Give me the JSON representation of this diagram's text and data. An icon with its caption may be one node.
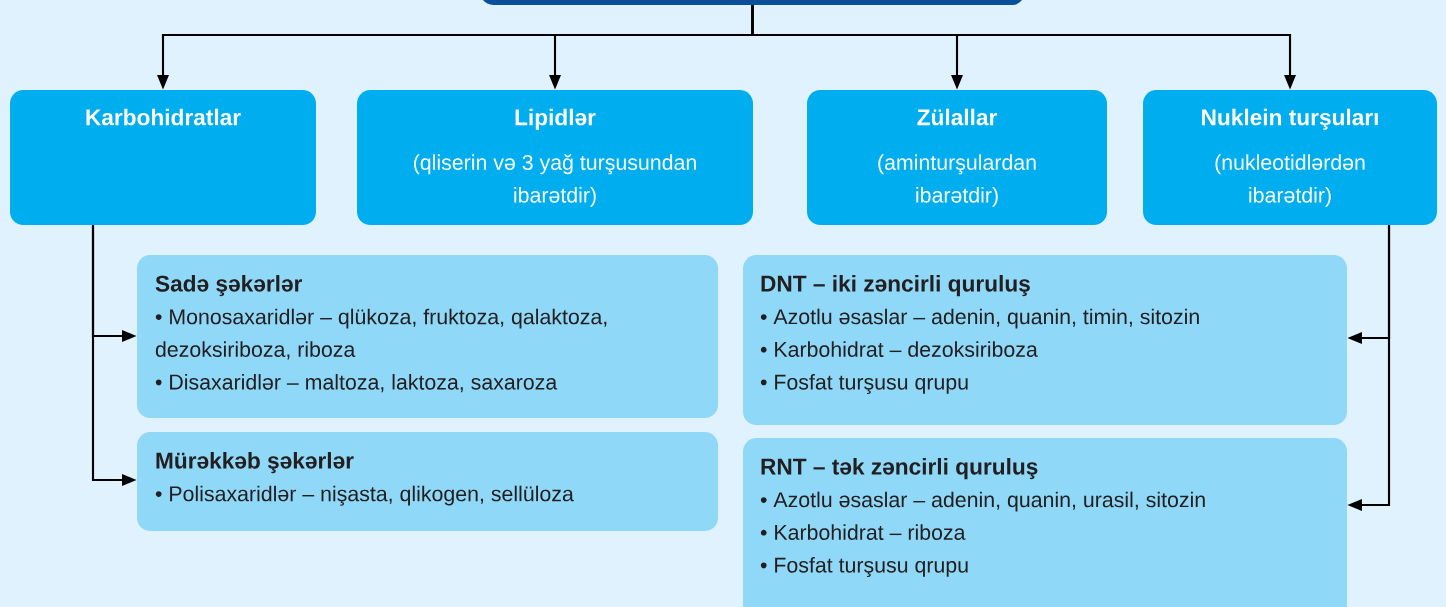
{
  "diagram": {
    "nodes": [
      {
        "text": [],
        "shape": "box"
      },
      {
        "text": [
          "Karbohidratlar"
        ]
      },
      {
        "text": [
          "Lipidlər",
          "(qliserin və 3 yağ turşusundan ibarətdir)"
        ]
      },
      {
        "text": [
          "Zülallar",
          "(aminturşulardan ibarətdir)"
        ]
      },
      {
        "text": [
          "Nuklein turşuları",
          "(nukleotidlərdən ibarətdir)"
        ]
      },
      {
        "text": [
          "Sadə şəkərlər",
          "• Monosaxaridlər – qlükoza, fruktoza, qalaktoza, dezoksiriboza, riboza",
          "• Disaxaridlər – maltoza, laktoza, saxaroza"
        ]
      },
      {
        "text": [
          "Mürəkkəb şəkərlər",
          "• Polisaxaridlər – nişasta, qlikogen, sellüloza"
        ]
      },
      {
        "text": [
          "DNT – iki zəncirli quruluş",
          "• Azotlu əsaslar – adenin, quanin, timin, sitozin",
          "• Karbohidrat – dezoksiriboza",
          "• Fosfat turşusu qrupu"
        ]
      },
      {
        "text": [
          "RNT – tək zəncirli quruluş",
          "• Azotlu əsaslar – adenin, quanin, urasil, sitozin",
          "• Karbohidrat – riboza",
          "• Fosfat turşusu qrupu"
        ]
      }
    ],
    "edges": [
      {
        "from": 0,
        "to": 1,
        "arrow": "to"
      },
      {
        "from": 0,
        "to": 2,
        "arrow": "to"
      },
      {
        "from": 0,
        "to": 3,
        "arrow": "to"
      },
      {
        "from": 0,
        "to": 4,
        "arrow": "to"
      },
      {
        "from": 1,
        "to": 5,
        "arrow": "to"
      },
      {
        "from": 1,
        "to": 6,
        "arrow": "to"
      },
      {
        "from": 4,
        "to": 7,
        "arrow": "to"
      },
      {
        "from": 4,
        "to": 8,
        "arrow": "to"
      }
    ]
  }
}
